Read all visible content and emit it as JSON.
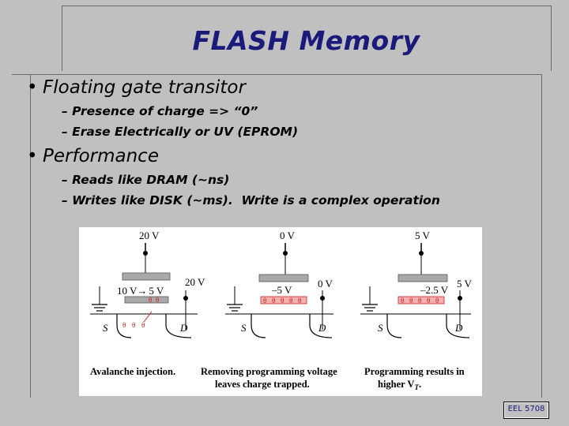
{
  "slide": {
    "title": "FLASH Memory",
    "bullets": [
      {
        "text": "Floating gate transitor",
        "subitems": [
          "– Presence of charge => “0”",
          "– Erase Electrically or UV (EPROM)"
        ]
      },
      {
        "text": "Performance",
        "subitems": [
          "– Reads like DRAM (~ns)",
          "– Writes like DISK (~ms).  Write is a complex operation"
        ]
      }
    ],
    "bullet_symbol": "•",
    "footer": "EEL 5708"
  },
  "figure": {
    "panels": [
      {
        "gate_voltage": "20 V",
        "floating_voltage": "10 V",
        "arrow": "→",
        "floating_voltage_after": "5 V",
        "drain_voltage": "20 V",
        "source_label": "S",
        "drain_label": "D",
        "caption_lines": [
          "Avalanche injection."
        ]
      },
      {
        "gate_voltage": "0 V",
        "floating_voltage": "–5 V",
        "drain_voltage": "0 V",
        "source_label": "S",
        "drain_label": "D",
        "caption_lines": [
          "Removing programming voltage",
          "leaves charge trapped."
        ]
      },
      {
        "gate_voltage": "5 V",
        "floating_voltage": "–2.5 V",
        "drain_voltage": "5 V",
        "source_label": "S",
        "drain_label": "D",
        "caption_lines": [
          "Programming results in",
          "higher V"
        ],
        "caption_subscript": "T",
        "caption_suffix": "."
      }
    ],
    "charge_symbol": "θ",
    "colors": {
      "charge": "#cc2222",
      "charge_fill": "#f4b0b0",
      "gate": "#a9a9a9",
      "title": "#1a1a7a"
    }
  }
}
